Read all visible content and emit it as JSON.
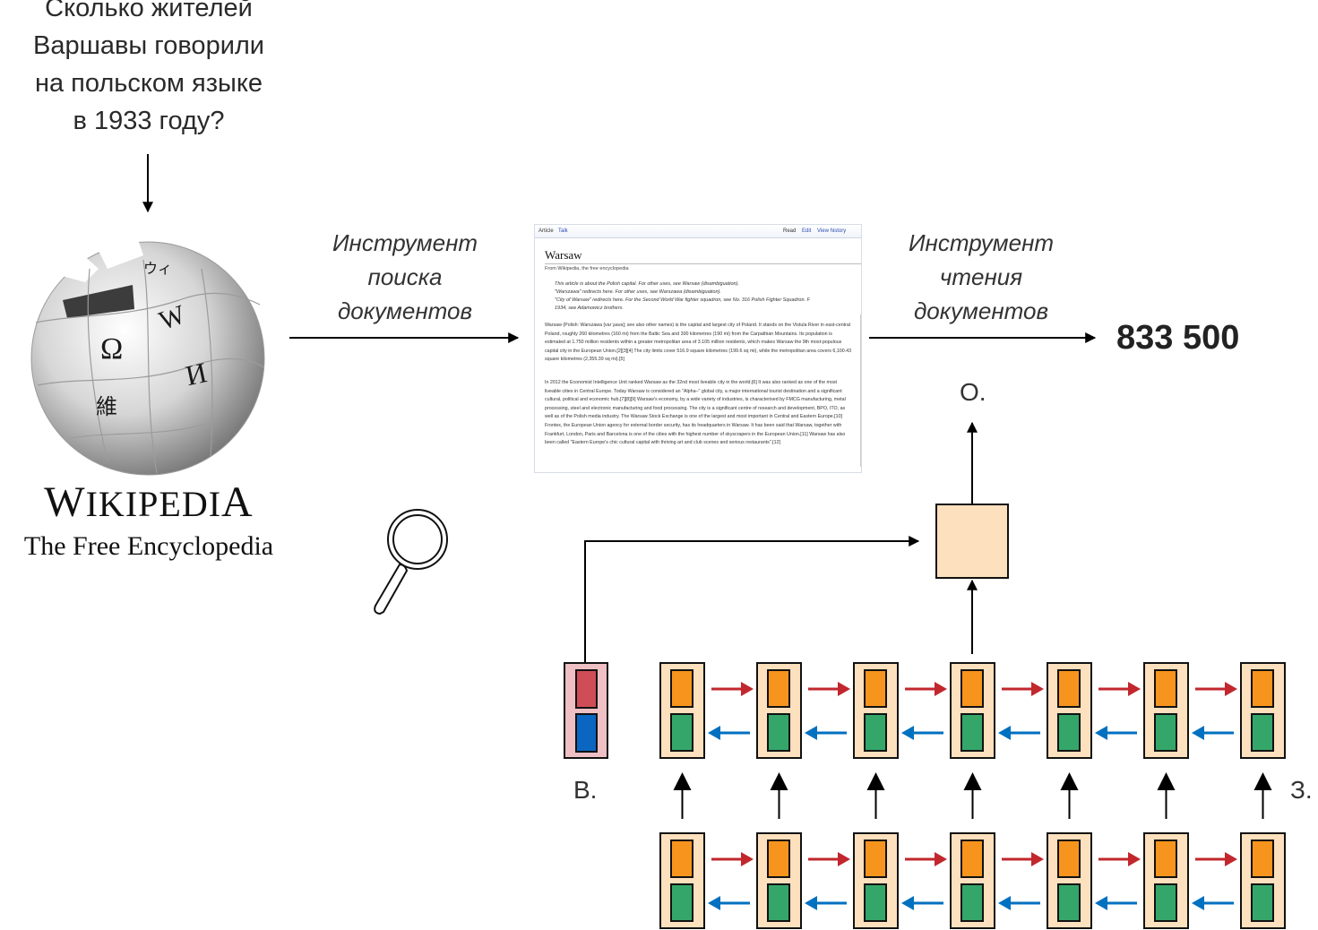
{
  "question": {
    "lines": [
      "Сколько жителей",
      "Варшавы говорили",
      "на польском языке",
      "в 1933 году?"
    ]
  },
  "wikipedia_logo": {
    "wordmark_first": "W",
    "wordmark_rest": "IKIPEDI",
    "wordmark_last": "A",
    "tagline": "The Free Encyclopedia",
    "globe_glyphs": [
      "Ω",
      "W",
      "И",
      "維",
      "ウィ"
    ]
  },
  "search_tool": {
    "label_lines": [
      "Инструмент",
      "поиска",
      "документов"
    ],
    "icon": "magnifier-icon"
  },
  "reader_tool": {
    "label_lines": [
      "Инструмент",
      "чтения",
      "документов"
    ]
  },
  "answer": "833 500",
  "labels": {
    "output": "О.",
    "question_encoding": "В.",
    "document_encoding": "З."
  },
  "document": {
    "tabs": {
      "left": [
        "Article",
        "Talk"
      ],
      "right": [
        "Read",
        "Edit",
        "View history"
      ]
    },
    "title": "Warsaw",
    "from": "From Wikipedia, the free encyclopedia",
    "hatnotes": [
      "This article is about the Polish capital. For other uses, see Warsaw (disambiguation).",
      "\"Warszawa\" redirects here. For other uses, see Warszawa (disambiguation).",
      "\"City of Warsaw\" redirects here. For the Second World War fighter squadron, see No. 316 Polish Fighter Squadron. F",
      "1934, see Adamowicz brothers."
    ],
    "paragraphs": [
      "Warsaw (Polish: Warszawa [varˈʂava]; see also other names) is the capital and largest city of Poland. It stands on the Vistula River in east-central Poland, roughly 260 kilometres (160 mi) from the Baltic Sea and 300 kilometres (190 mi) from the Carpathian Mountains. Its population is estimated at 1.750 million residents within a greater metropolitan area of 3.105 million residents, which makes Warsaw the 9th most-populous capital city in the European Union.[2][3][4] The city limits cover 516.9 square kilometres (199.6 sq mi), while the metropolitan area covers 6,100.43 square kilometres (2,355.39 sq mi).[5]",
      "In 2012 the Economist Intelligence Unit ranked Warsaw as the 32nd most liveable city in the world.[6] It was also ranked as one of the most liveable cities in Central Europe. Today Warsaw is considered an \"Alpha–\" global city, a major international tourist destination and a significant cultural, political and economic hub.[7][8][9] Warsaw's economy, by a wide variety of industries, is characterised by FMCG manufacturing, metal processing, steel and electronic manufacturing and food processing. The city is a significant centre of research and development, BPO, ITO, as well as of the Polish media industry. The Warsaw Stock Exchange is one of the largest and most important in Central and Eastern Europe.[10] Frontex, the European Union agency for external border security, has its headquarters in Warsaw. It has been said that Warsaw, together with Frankfurt, London, Paris and Barcelona is one of the cities with the highest number of skyscrapers in the European Union.[11] Warsaw has also been called \"Eastern Europe's chic cultural capital with thriving art and club scenes and serious restaurants\".[12]"
    ]
  },
  "network": {
    "sequence_length": 7,
    "layers": 2,
    "colors": {
      "cell_bg": "#fde0bd",
      "forward_state": "#f7941e",
      "backward_state": "#35a66a",
      "forward_arrow": "#c1272d",
      "backward_arrow": "#0070c0",
      "question_bg": "#eebfc3",
      "question_top": "#cf4d56",
      "question_bottom": "#0b66c1",
      "output_box": "#fde0bd"
    }
  }
}
